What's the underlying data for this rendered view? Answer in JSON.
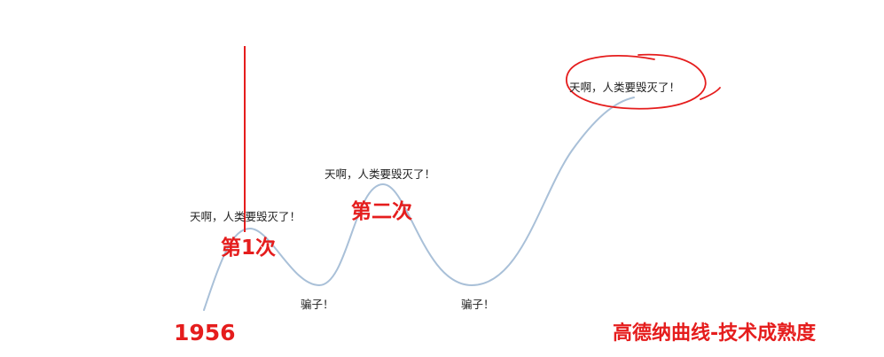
{
  "labels": {
    "peak1": "天啊，人类要毁灭了！",
    "peak2": "天啊，人类要毁灭了！",
    "peak3": "天啊，人类要毁灭了！",
    "trough1": "骗子！",
    "trough2": "骗子！"
  },
  "annotations": {
    "first_time": "第1次",
    "second_time": "第二次",
    "year": "1956",
    "title": "高德纳曲线-技术成熟度"
  },
  "colors": {
    "curve": "#a9c0d8",
    "annotation_red": "#e51d1d",
    "text": "#222222"
  }
}
